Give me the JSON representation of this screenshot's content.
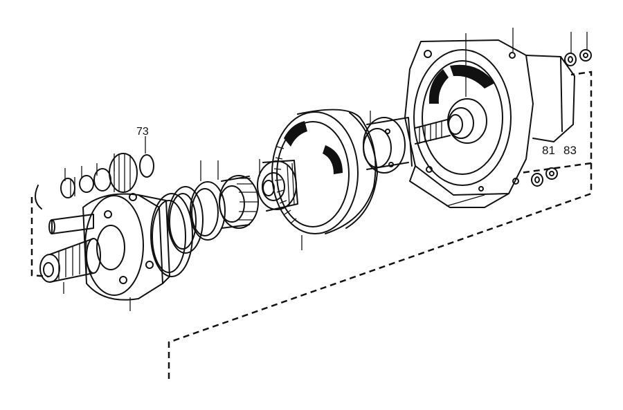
{
  "labels": {
    "part_73": "73",
    "part_81": "81",
    "part_83": "83"
  }
}
